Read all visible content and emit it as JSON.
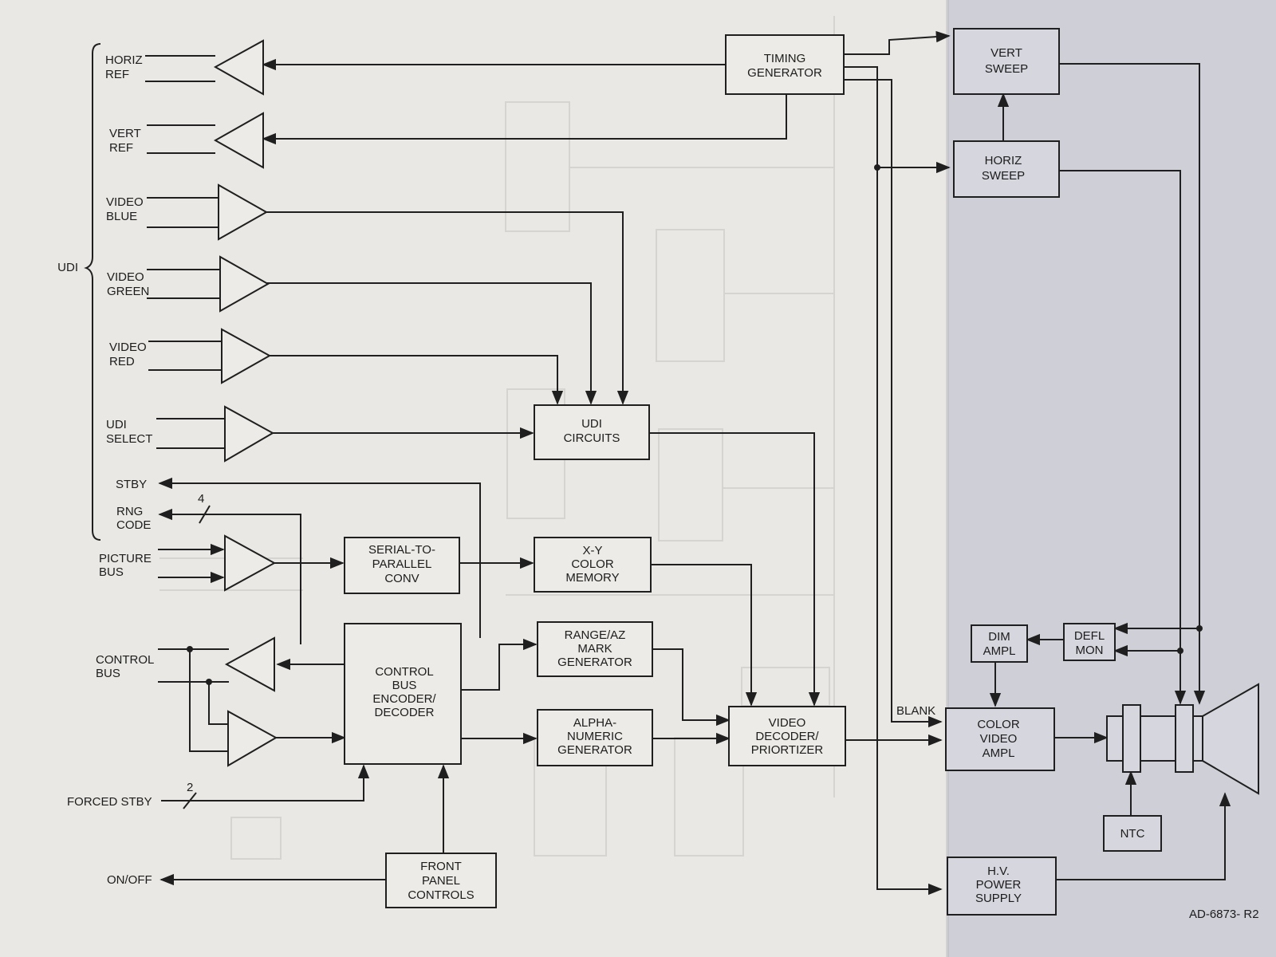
{
  "figure_id": "AD-6873- R2",
  "bus_group": "UDI",
  "signals": {
    "horiz_ref": [
      "HORIZ",
      "REF"
    ],
    "vert_ref": [
      "VERT",
      "REF"
    ],
    "video_blue": [
      "VIDEO",
      "BLUE"
    ],
    "video_green": [
      "VIDEO",
      "GREEN"
    ],
    "video_red": [
      "VIDEO",
      "RED"
    ],
    "udi_select": [
      "UDI",
      "SELECT"
    ],
    "stby": "STBY",
    "rng_code": [
      "RNG",
      "CODE"
    ],
    "rng_code_width": "4",
    "picture_bus": [
      "PICTURE",
      "BUS"
    ],
    "control_bus": [
      "CONTROL",
      "BUS"
    ],
    "forced_stby": "FORCED STBY",
    "forced_stby_width": "2",
    "on_off": "ON/OFF",
    "blank": "BLANK"
  },
  "blocks": {
    "timing_generator": [
      "TIMING",
      "GENERATOR"
    ],
    "udi_circuits": [
      "UDI",
      "CIRCUITS"
    ],
    "serial_to_parallel": [
      "SERIAL-TO-",
      "PARALLEL",
      "CONV"
    ],
    "xy_color_memory": [
      "X-Y",
      "COLOR",
      "MEMORY"
    ],
    "range_az_mark": [
      "RANGE/AZ",
      "MARK",
      "GENERATOR"
    ],
    "control_bus_encoder": [
      "CONTROL",
      "BUS",
      "ENCODER/",
      "DECODER"
    ],
    "alpha_numeric": [
      "ALPHA-",
      "NUMERIC",
      "GENERATOR"
    ],
    "video_decoder": [
      "VIDEO",
      "DECODER/",
      "PRIORTIZER"
    ],
    "front_panel": [
      "FRONT",
      "PANEL",
      "CONTROLS"
    ],
    "vert_sweep": [
      "VERT",
      "SWEEP"
    ],
    "horiz_sweep": [
      "HORIZ",
      "SWEEP"
    ],
    "dim_ampl": [
      "DIM",
      "AMPL"
    ],
    "defl_mon": [
      "DEFL",
      "MON"
    ],
    "color_video_ampl": [
      "COLOR",
      "VIDEO",
      "AMPL"
    ],
    "ntc": "NTC",
    "hv_power_supply": [
      "H.V.",
      "POWER",
      "SUPPLY"
    ]
  }
}
